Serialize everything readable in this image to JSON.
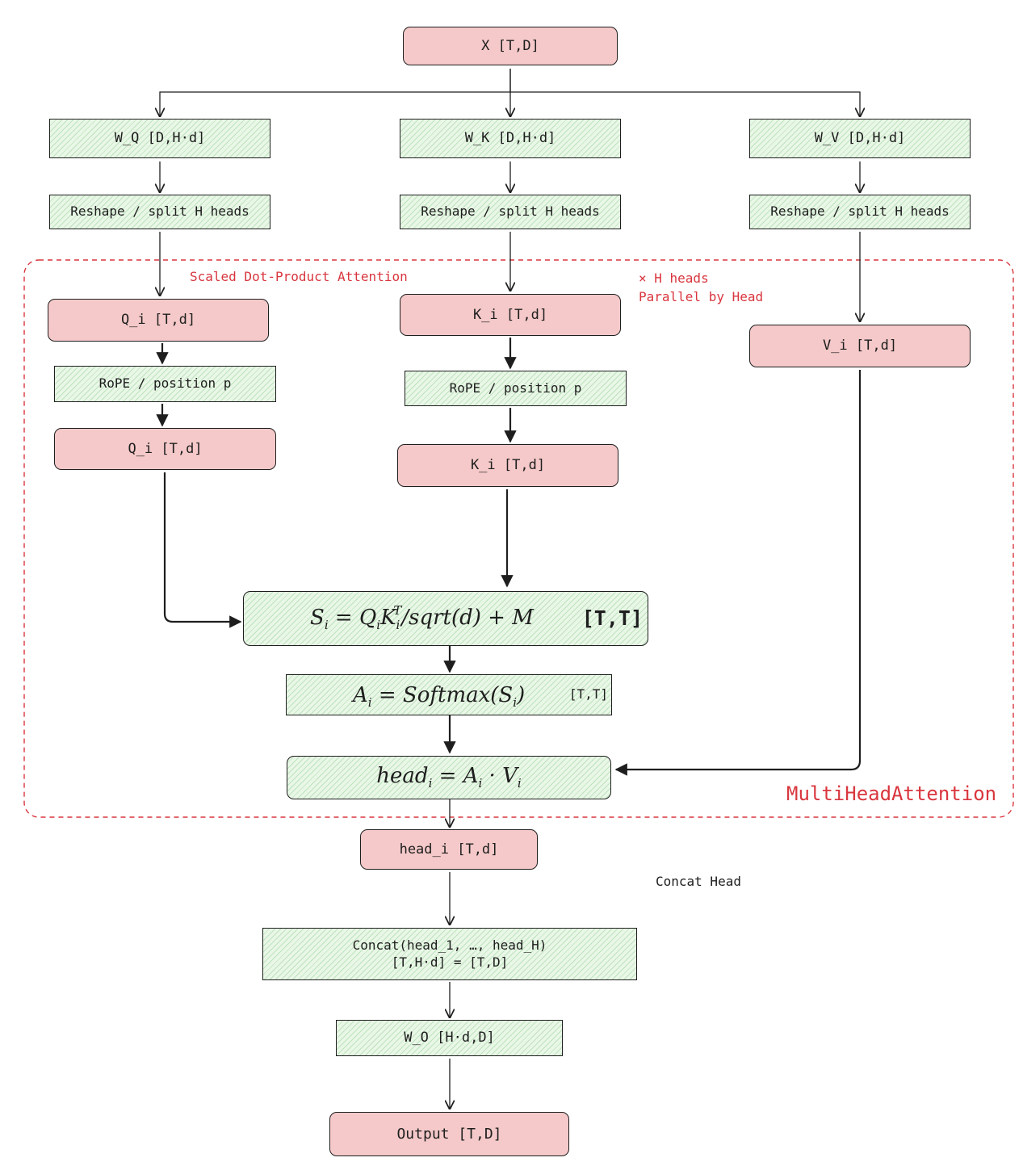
{
  "nodes": {
    "x": "X [T,D]",
    "wq": "W_Q [D,H·d]",
    "wk": "W_K [D,H·d]",
    "wv": "W_V [D,H·d]",
    "reshape_q": "Reshape / split H heads",
    "reshape_k": "Reshape / split H heads",
    "reshape_v": "Reshape / split H heads",
    "qi_1": "Q_i [T,d]",
    "ki_1": "K_i [T,d]",
    "vi": "V_i [T,d]",
    "rope_q": "RoPE / position p",
    "rope_k": "RoPE / position p",
    "qi_2": "Q_i [T,d]",
    "ki_2": "K_i [T,d]",
    "scores_dim": "[T,T]",
    "softmax_dim": "[T,T]",
    "head_i": "head_i [T,d]",
    "concat_line1": "Concat(head_1, …, head_H)",
    "concat_line2": "[T,H·d] = [T,D]",
    "wo": "W_O [H·d,D]",
    "output": "Output [T,D]"
  },
  "formulas": {
    "scores": "S_i = Q_i K_i^T / sqrt(d) + M",
    "softmax": "A_i = Softmax(S_i)",
    "head": "head_i = A_i · V_i"
  },
  "labels": {
    "sdpa": "Scaled Dot-Product Attention",
    "heads_line1": "× H heads",
    "heads_line2": "Parallel by Head",
    "mha": "MultiHeadAttention",
    "concat_head": "Concat Head"
  },
  "colors": {
    "pink_fill": "#f5c9c9",
    "green_fill": "#e9f7e7",
    "accent_red": "#d9363e",
    "stroke": "#1e1e1e"
  }
}
